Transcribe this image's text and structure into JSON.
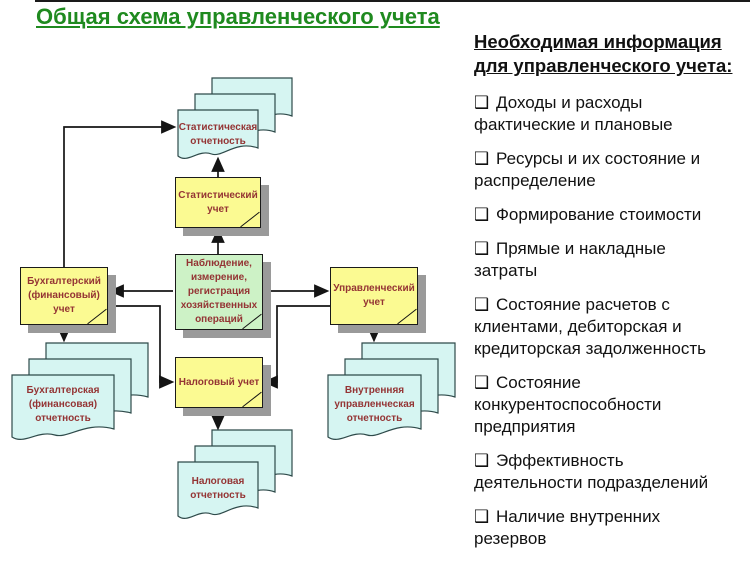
{
  "title": "Общая схема управленческого учета",
  "diagram": {
    "boxes": {
      "stat_uchet": {
        "label": "Статистический учет"
      },
      "observation": {
        "label": "Наблюдение, измерение, регистрация хозяйственных операций"
      },
      "buh_uchet": {
        "label": "Бухгалтерский (финансовый) учет"
      },
      "upr_uchet": {
        "label": "Управленческий учет"
      },
      "nalog_uchet": {
        "label": "Налоговый учет"
      }
    },
    "documents": {
      "stat_otchet": {
        "label": "Статистическая отчетность"
      },
      "buh_otchet": {
        "label": "Бухгалтерская (финансовая) отчетность"
      },
      "vnutr_otchet": {
        "label": "Внутренняя управленческая отчетность"
      },
      "nalog_otchet": {
        "label": "Налоговая отчетность"
      }
    }
  },
  "info_panel": {
    "heading": "Необходимая информация\nдля управленческого учета:",
    "bullet": "❑ ",
    "items": [
      "Доходы и расходы\nфактические и плановые",
      "Ресурсы и их состояние и\nраспределение",
      "Формирование стоимости",
      "Прямые и накладные\nзатраты",
      "Состояние расчетов с\nклиентами, дебиторская и\nкредиторская задолженность",
      "Состояние\nконкурентоспособности\nпредприятия",
      "Эффективность\nдеятельности подразделений",
      "Наличие внутренних\nрезервов"
    ]
  },
  "colors": {
    "title-green": "#1F8A1F",
    "box-yellow": "#FBFA92",
    "box-green": "#CDF2C6",
    "doc-cyan": "#D6F5F2",
    "box-text-maroon": "#943434",
    "shadow-gray": "#9A9A9A",
    "line-black": "#141414",
    "panel-text": "#111111"
  }
}
